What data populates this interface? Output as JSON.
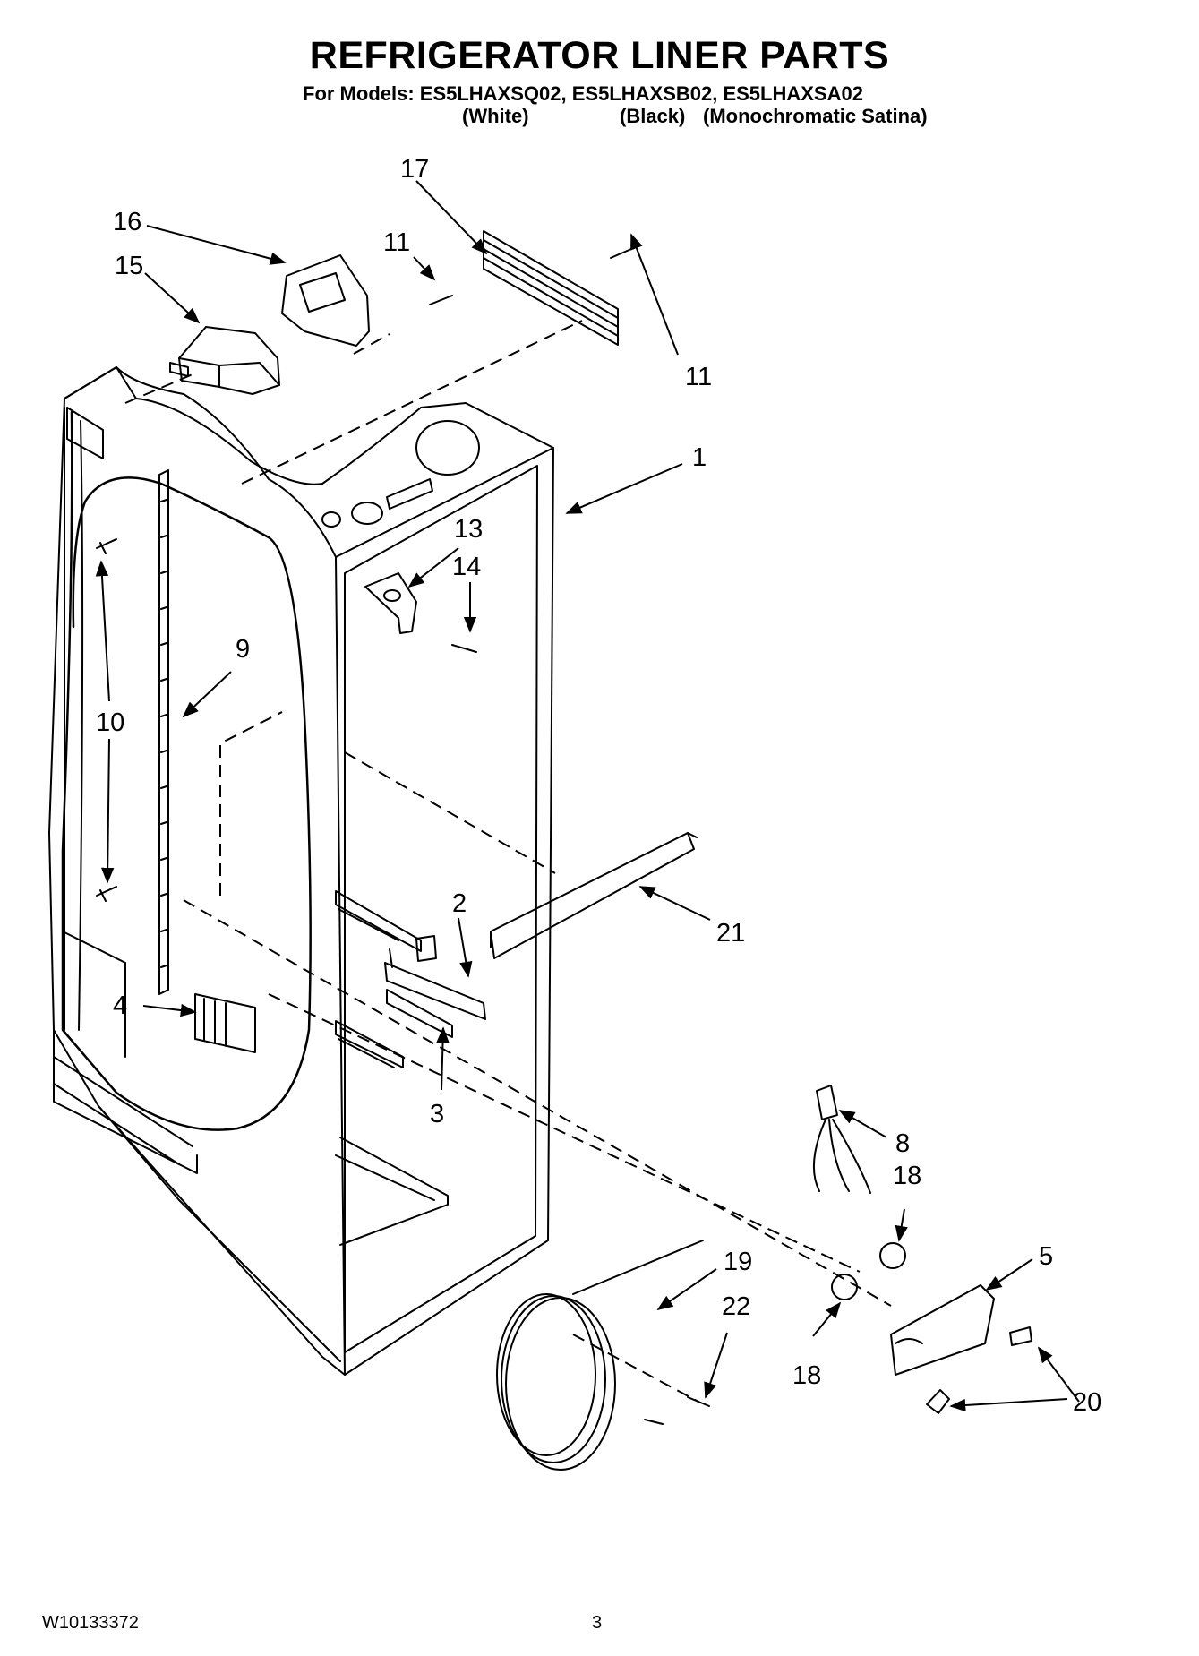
{
  "header": {
    "title": "REFRIGERATOR LINER PARTS",
    "models_line": "For Models: ES5LHAXSQ02, ES5LHAXSB02, ES5LHAXSA02",
    "variant_white": "(White)",
    "variant_black": "(Black)",
    "variant_satina": "(Monochromatic Satina)"
  },
  "callouts": {
    "c1": "1",
    "c2": "2",
    "c3": "3",
    "c4": "4",
    "c5": "5",
    "c8": "8",
    "c9": "9",
    "c10": "10",
    "c11a": "11",
    "c11b": "11",
    "c13": "13",
    "c14": "14",
    "c15": "15",
    "c16": "16",
    "c17": "17",
    "c18a": "18",
    "c18b": "18",
    "c19": "19",
    "c20": "20",
    "c21": "21",
    "c22": "22"
  },
  "footer": {
    "doc_number": "W10133372",
    "page_number": "3"
  }
}
